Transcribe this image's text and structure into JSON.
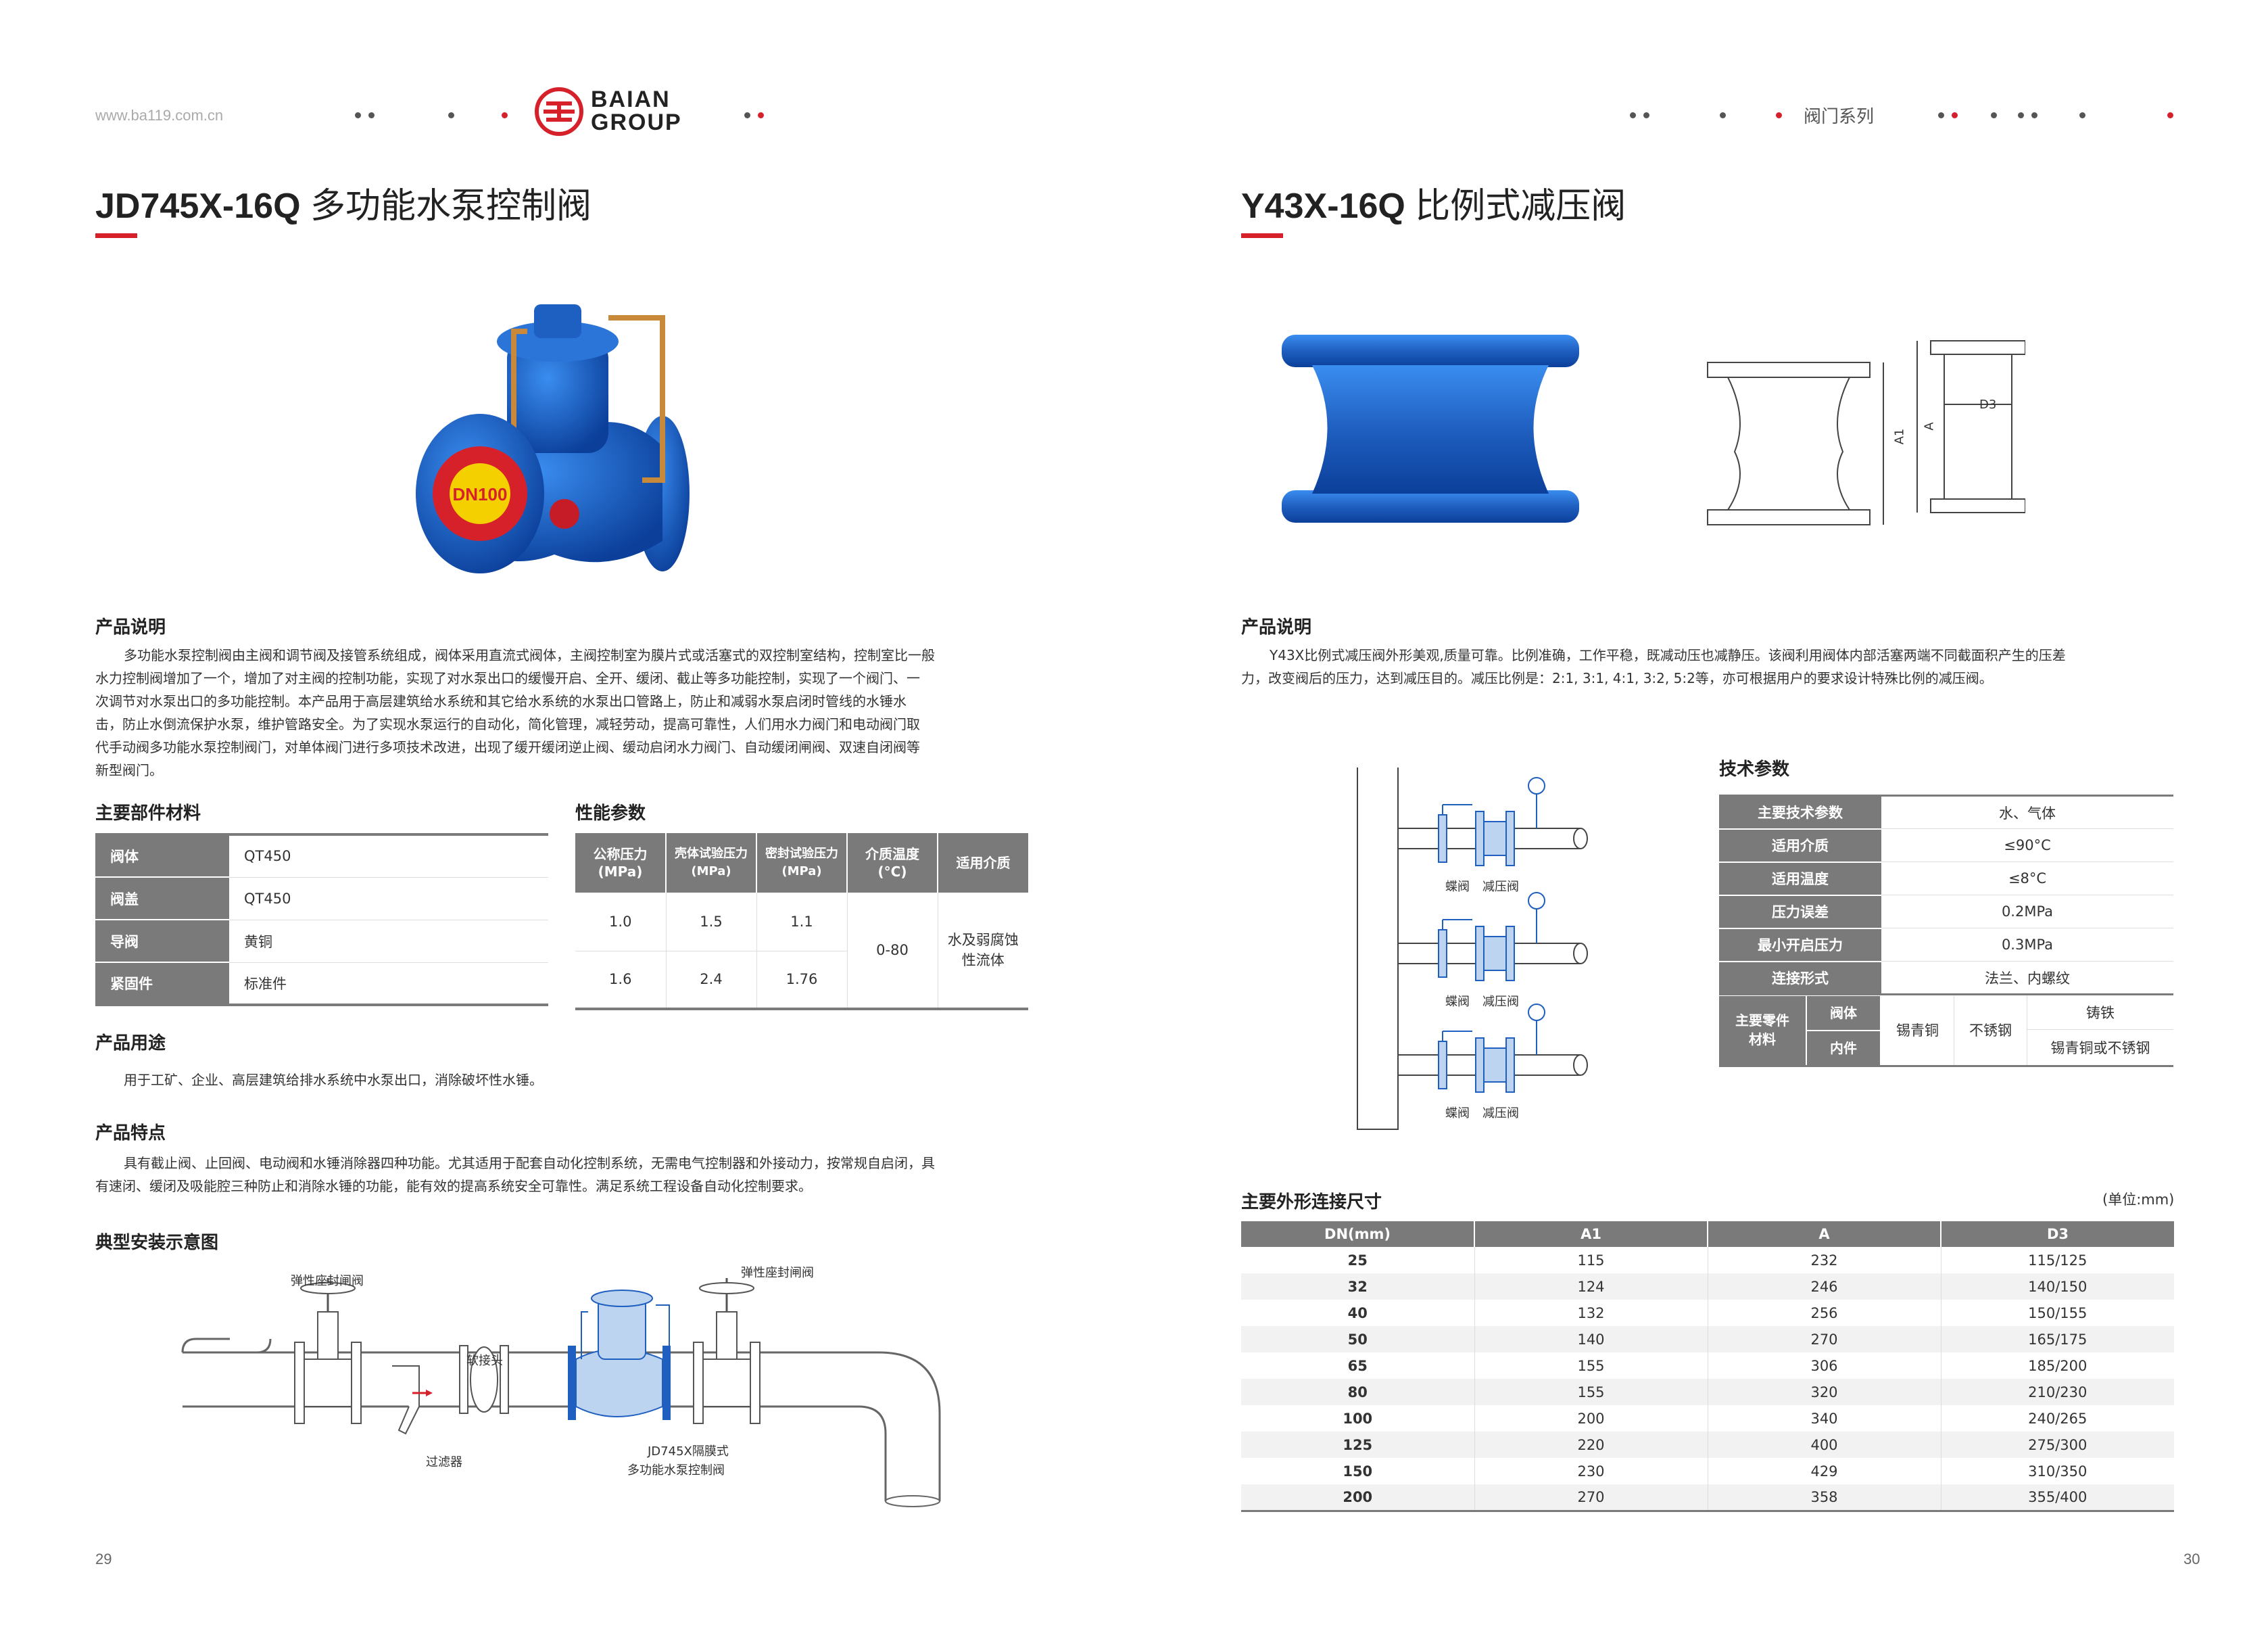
{
  "header": {
    "url": "www.ba119.com.cn",
    "brand_top": "BAIAN",
    "brand_bottom": "GROUP",
    "section": "阀门系列"
  },
  "left": {
    "title_model": "JD745X-16Q",
    "title_name": "多功能水泵控制阀",
    "product_image_label": "DN100",
    "desc_heading": "产品说明",
    "desc_lines": [
      "多功能水泵控制阀由主阀和调节阀及接管系统组成，阀体采用直流式阀体，主阀控制室为膜片式或活塞式的双控制室结构，控制室比一般",
      "水力控制阀增加了一个，增加了对主阀的控制功能，实现了对水泵出口的缓慢开启、全开、缓闭、截止等多功能控制，实现了一个阀门、一",
      "次调节对水泵出口的多功能控制。本产品用于高层建筑给水系统和其它给水系统的水泵出口管路上，防止和减弱水泵启闭时管线的水锤水",
      "击，防止水倒流保护水泵，维护管路安全。为了实现水泵运行的自动化，简化管理，减轻劳动，提高可靠性，人们用水力阀门和电动阀门取",
      "代手动阀多功能水泵控制阀门，对单体阀门进行多项技术改进，出现了缓开缓闭逆止阀、缓动启闭水力阀门、自动缓闭闸阀、双速自闭阀等",
      "新型阀门。"
    ],
    "materials_heading": "主要部件材料",
    "materials": [
      {
        "part": "阀体",
        "material": "QT450"
      },
      {
        "part": "阀盖",
        "material": "QT450"
      },
      {
        "part": "导阀",
        "material": "黄铜"
      },
      {
        "part": "紧固件",
        "material": "标准件"
      }
    ],
    "perf_heading": "性能参数",
    "perf_headers": [
      "公称压力\n(MPa)",
      "壳体试验压力\n(MPa)",
      "密封试验压力\n(MPa)",
      "介质温度\n(°C)",
      "适用介质"
    ],
    "perf_rows": [
      [
        "1.0",
        "1.5",
        "1.1"
      ],
      [
        "1.6",
        "2.4",
        "1.76"
      ]
    ],
    "perf_temp": "0-80",
    "perf_medium": "水及弱腐蚀\n性流体",
    "usage_heading": "产品用途",
    "usage_text": "用于工矿、企业、高层建筑给排水系统中水泵出口，消除破坏性水锤。",
    "features_heading": "产品特点",
    "features_lines": [
      "具有截止阀、止回阀、电动阀和水锤消除器四种功能。尤其适用于配套自动化控制系统，无需电气控制器和外接动力，按常规自启闭，具",
      "有速闭、缓闭及吸能腔三种防止和消除水锤的功能，能有效的提高系统安全可靠性。满足系统工程设备自动化控制要求。"
    ],
    "install_heading": "典型安装示意图",
    "install_labels": {
      "gate1": "弹性座封闸阀",
      "gate2": "弹性座封闸阀",
      "joint": "软接头",
      "filter": "过滤器",
      "valve_l1": "JD745X隔膜式",
      "valve_l2": "多功能水泵控制阀"
    },
    "page_number": "29"
  },
  "right": {
    "title_model": "Y43X-16Q",
    "title_name": "比例式减压阀",
    "drawing_labels": {
      "a1": "A1",
      "a": "A",
      "d3": "D3"
    },
    "desc_heading": "产品说明",
    "desc_lines": [
      "Y43X比例式减压阀外形美观,质量可靠。比例准确，工作平稳，既减动压也减静压。该阀利用阀体内部活塞两端不同截面积产生的压差",
      "力，改变阀后的压力，达到减压目的。减压比例是：2:1, 3:1, 4:1, 3:2, 5:2等，亦可根据用户的要求设计特殊比例的减压阀。"
    ],
    "schem_labels": {
      "butterfly": "蝶阀",
      "prv": "减压阀"
    },
    "tech_heading": "技术参数",
    "tech_rows": [
      {
        "k": "主要技术参数",
        "v": "水、气体"
      },
      {
        "k": "适用介质",
        "v": "≤90°C"
      },
      {
        "k": "适用温度",
        "v": "≤8°C"
      },
      {
        "k": "压力误差",
        "v": "0.2MPa"
      },
      {
        "k": "最小开启压力",
        "v": "0.3MPa"
      },
      {
        "k": "连接形式",
        "v": "法兰、内螺纹"
      }
    ],
    "tech_parts": {
      "label": "主要零件\n材料",
      "body": "阀体",
      "inner": "内件",
      "c1": "锡青铜",
      "c2": "不锈钢",
      "body_v": "铸铁",
      "inner_v": "锡青铜或不锈钢"
    },
    "dim_heading": "主要外形连接尺寸",
    "dim_unit": "(单位:mm)",
    "dim_headers": [
      "DN(mm)",
      "A1",
      "A",
      "D3"
    ],
    "dim_rows": [
      [
        "25",
        "115",
        "232",
        "115/125"
      ],
      [
        "32",
        "124",
        "246",
        "140/150"
      ],
      [
        "40",
        "132",
        "256",
        "150/155"
      ],
      [
        "50",
        "140",
        "270",
        "165/175"
      ],
      [
        "65",
        "155",
        "306",
        "185/200"
      ],
      [
        "80",
        "155",
        "320",
        "210/230"
      ],
      [
        "100",
        "200",
        "340",
        "240/265"
      ],
      [
        "125",
        "220",
        "400",
        "275/300"
      ],
      [
        "150",
        "230",
        "429",
        "310/350"
      ],
      [
        "200",
        "270",
        "358",
        "355/400"
      ]
    ],
    "page_number": "30"
  },
  "colors": {
    "accent": "#d6212b",
    "table_header": "#7a7a7a",
    "valve_blue": "#1f5fc0"
  }
}
